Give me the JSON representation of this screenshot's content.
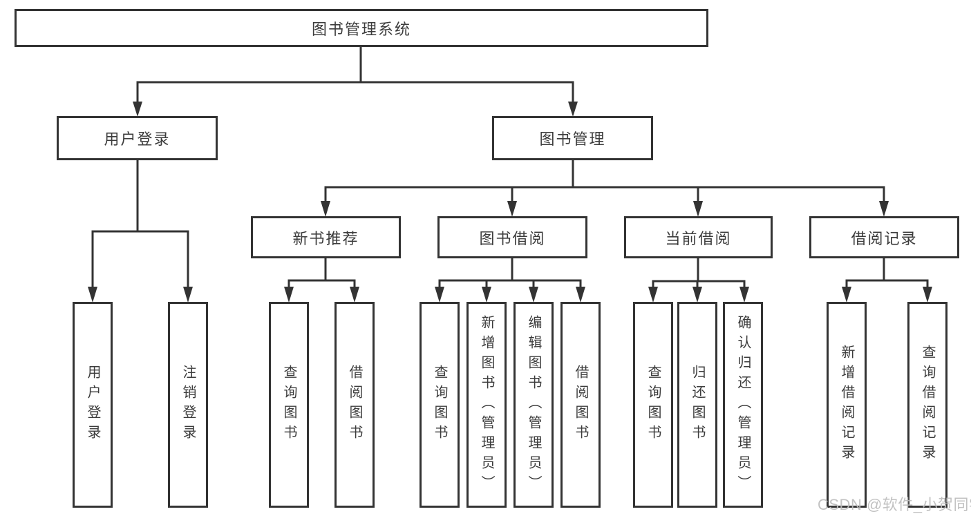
{
  "watermark": "CSDN @软件_小贺同学",
  "colors": {
    "line": "#333333",
    "text": "#3c3c3c",
    "watermark": "#bdbdbd",
    "background": "#ffffff"
  },
  "tree": {
    "label": "图书管理系统",
    "children": [
      {
        "label": "用户登录",
        "children": [
          {
            "label": "用户登录"
          },
          {
            "label": "注销登录"
          }
        ]
      },
      {
        "label": "图书管理",
        "children": [
          {
            "label": "新书推荐",
            "children": [
              {
                "label": "查询图书"
              },
              {
                "label": "借阅图书"
              }
            ]
          },
          {
            "label": "图书借阅",
            "children": [
              {
                "label": "查询图书"
              },
              {
                "label": "新增图书（管理员）"
              },
              {
                "label": "编辑图书（管理员）"
              },
              {
                "label": "借阅图书"
              }
            ]
          },
          {
            "label": "当前借阅",
            "children": [
              {
                "label": "查询图书"
              },
              {
                "label": "归还图书"
              },
              {
                "label": "确认归还（管理员）"
              }
            ]
          },
          {
            "label": "借阅记录",
            "children": [
              {
                "label": "新增借阅记录"
              },
              {
                "label": "查询借阅记录"
              }
            ]
          }
        ]
      }
    ]
  }
}
